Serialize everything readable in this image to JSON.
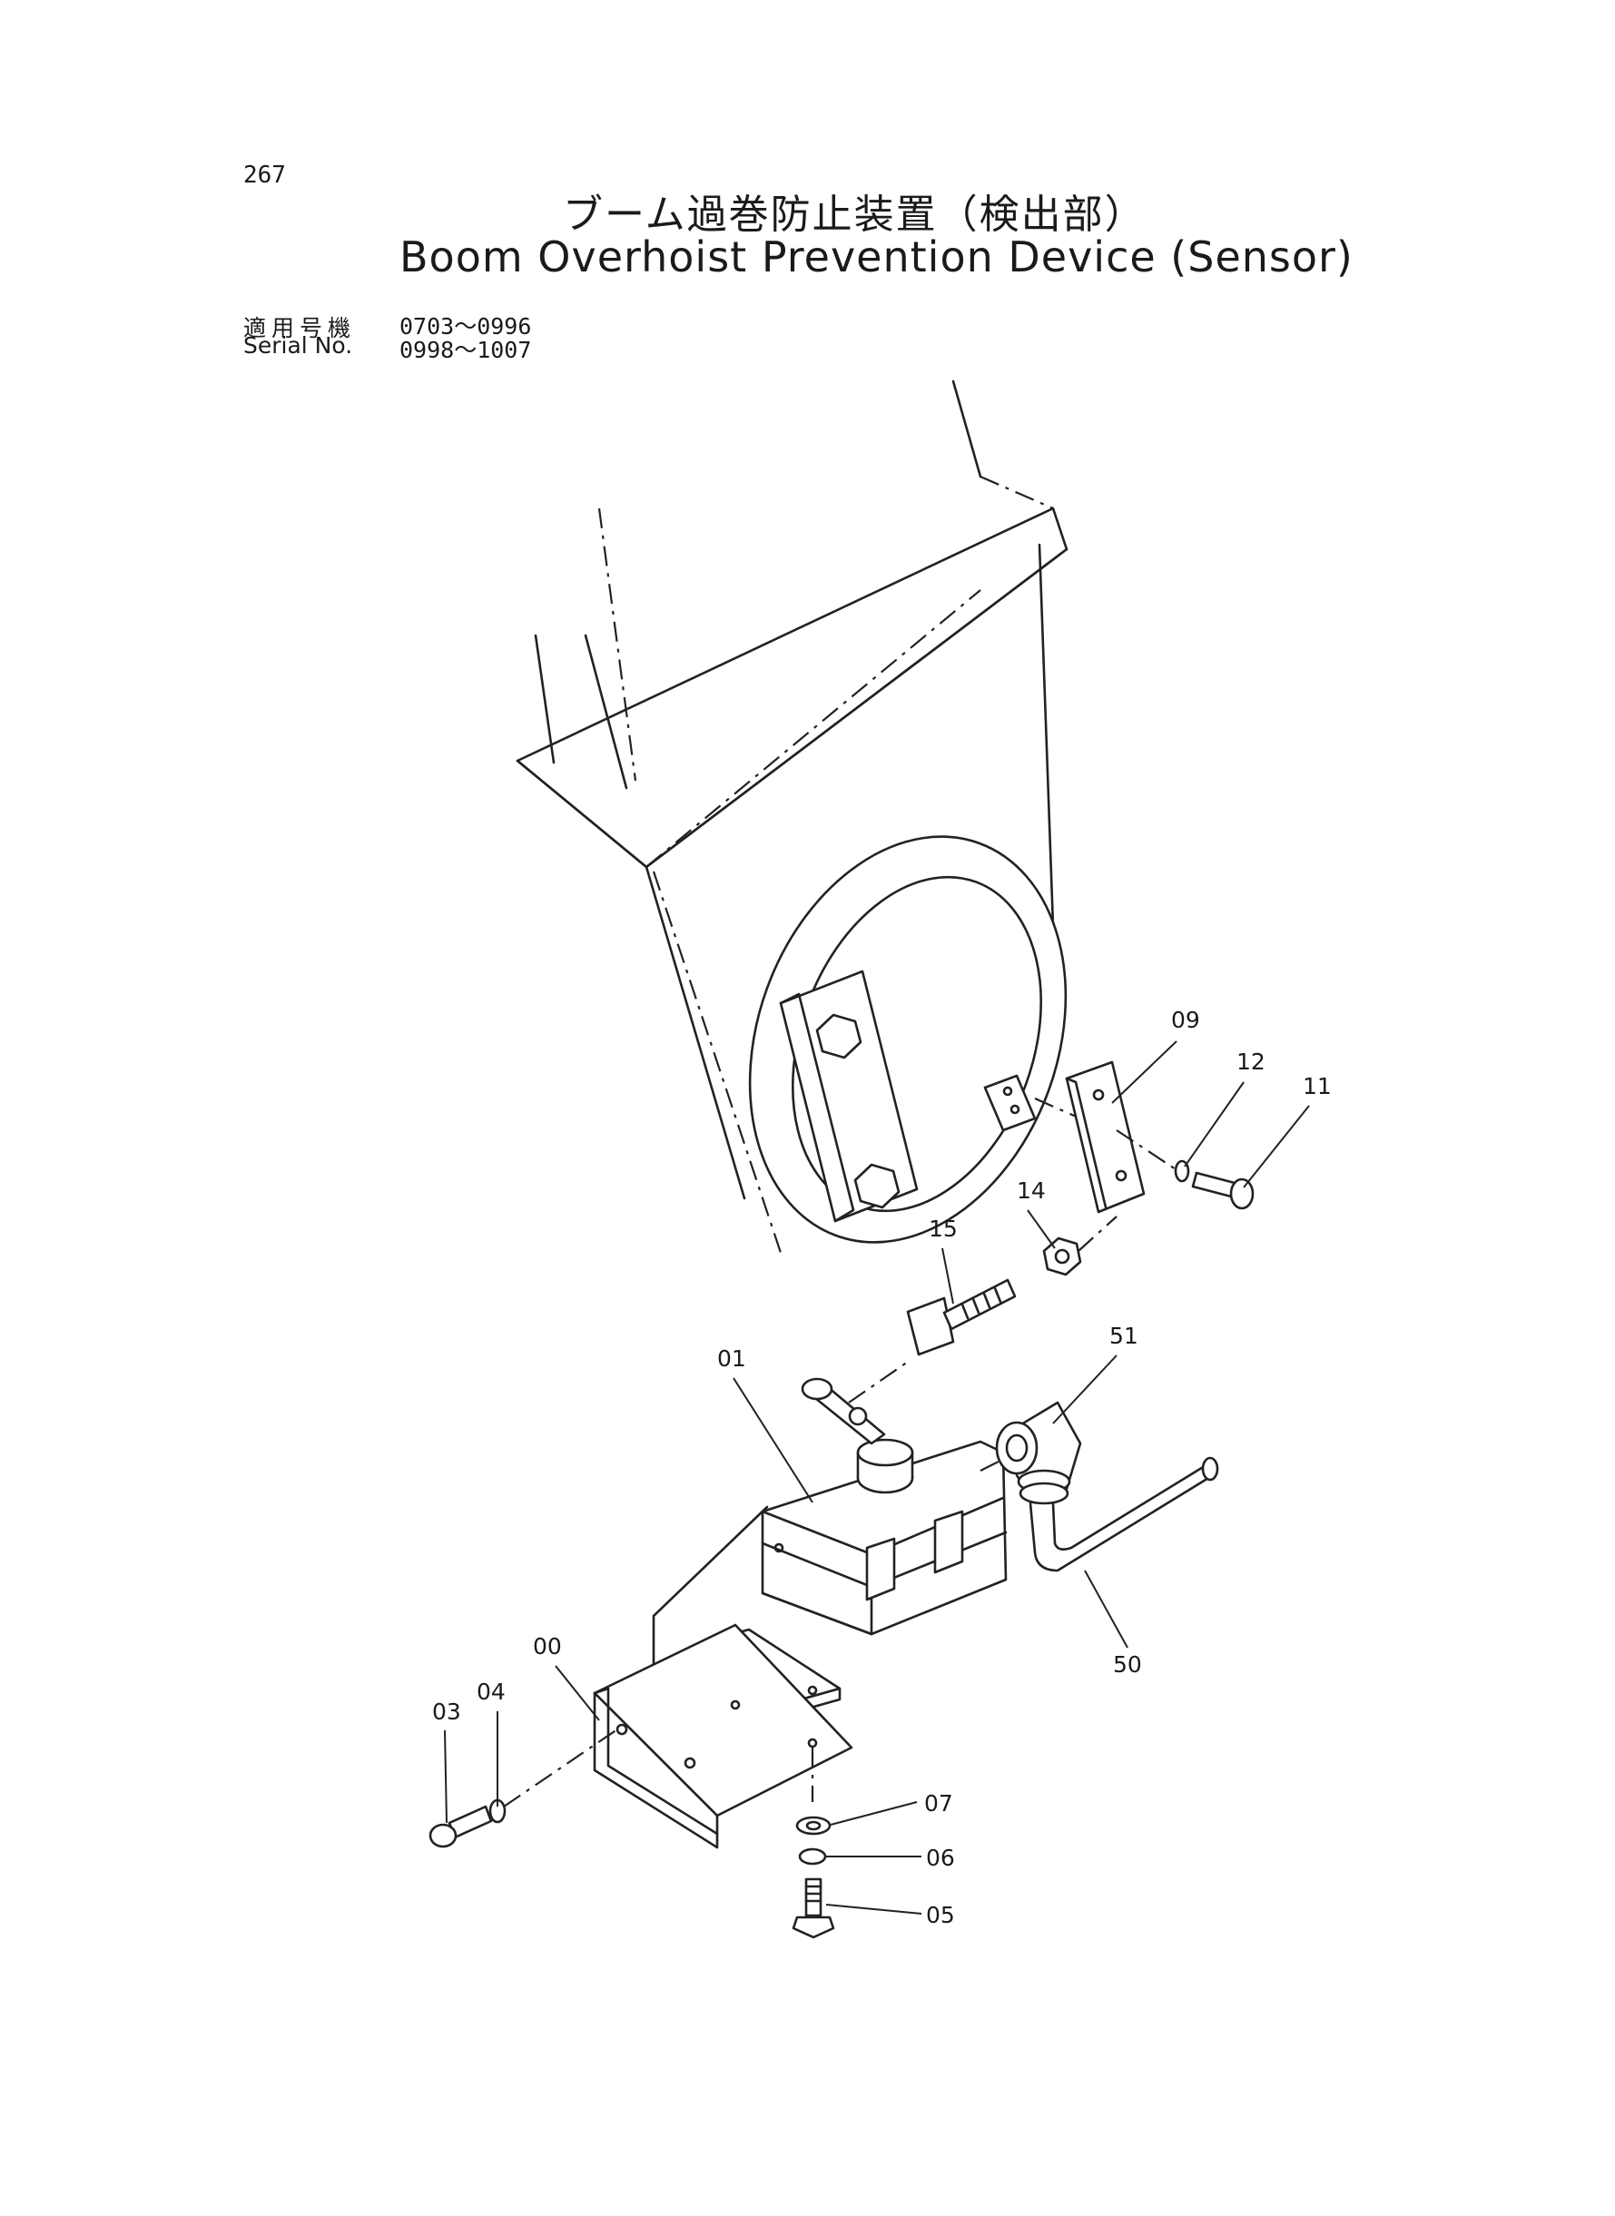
{
  "page_number": "267",
  "title_ja": "ブーム過巻防止装置（検出部）",
  "title_en": "Boom Overhoist Prevention Device (Sensor)",
  "serial": {
    "label_ja": "適用号機",
    "label_en": "Serial No.",
    "ranges": [
      "0703～0996",
      "0998～1007"
    ]
  },
  "callouts": {
    "c09": "09",
    "c12": "12",
    "c11": "11",
    "c14": "14",
    "c15": "15",
    "c01": "01",
    "c51": "51",
    "c50": "50",
    "c00": "00",
    "c04": "04",
    "c03": "03",
    "c07": "07",
    "c06": "06",
    "c05": "05"
  }
}
